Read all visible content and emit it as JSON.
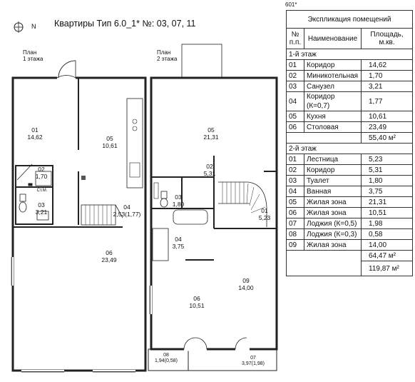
{
  "header": {
    "title": "Квартиры Тип 6.0_1* №: 03, 07, 11",
    "north": "N",
    "code": "601*"
  },
  "plans": {
    "floor1_label": [
      "План",
      "1 этажа"
    ],
    "floor2_label": [
      "План",
      "2 этажа"
    ],
    "floor1_rooms": [
      {
        "num": "01",
        "area": "14,62"
      },
      {
        "num": "02",
        "area": "1,70"
      },
      {
        "num": "03",
        "area": "3,21"
      },
      {
        "num": "04",
        "area": "2,53(1,77)"
      },
      {
        "num": "05",
        "area": "10,61"
      },
      {
        "num": "06",
        "area": "23,49"
      }
    ],
    "floor2_rooms": [
      {
        "num": "01",
        "area": "5,23"
      },
      {
        "num": "02",
        "area": "5,31"
      },
      {
        "num": "03",
        "area": "1,80"
      },
      {
        "num": "04",
        "area": "3,75"
      },
      {
        "num": "05",
        "area": "21,31"
      },
      {
        "num": "06",
        "area": "10,51"
      },
      {
        "num": "07",
        "area": "3,97(1,98)"
      },
      {
        "num": "08",
        "area": "1,94(0,58)"
      },
      {
        "num": "09",
        "area": "14,00"
      }
    ],
    "washer_label": "Ст.М."
  },
  "table": {
    "title": "Экспликация помещений",
    "col_num": [
      "№",
      "п.п."
    ],
    "col_name": "Наименование",
    "col_area": [
      "Площадь,",
      "м.кв."
    ],
    "floor1_title": "1-й этаж",
    "floor1_rows": [
      {
        "n": "01",
        "name": "Коридор",
        "area": "14,62"
      },
      {
        "n": "02",
        "name": "Миникотельная",
        "area": "1,70"
      },
      {
        "n": "03",
        "name": "Санузел",
        "area": "3,21"
      },
      {
        "n": "04",
        "name": "Коридор (К=0,7)",
        "area": "1,77"
      },
      {
        "n": "05",
        "name": "Кухня",
        "area": "10,61"
      },
      {
        "n": "06",
        "name": "Столовая",
        "area": "23,49"
      }
    ],
    "floor1_total": "55,40 м²",
    "floor2_title": "2-й этаж",
    "floor2_rows": [
      {
        "n": "01",
        "name": "Лестница",
        "area": "5,23"
      },
      {
        "n": "02",
        "name": "Коридор",
        "area": "5,31"
      },
      {
        "n": "03",
        "name": "Туалет",
        "area": "1,80"
      },
      {
        "n": "04",
        "name": "Ванная",
        "area": "3,75"
      },
      {
        "n": "05",
        "name": "Жилая зона",
        "area": "21,31"
      },
      {
        "n": "06",
        "name": "Жилая зона",
        "area": "10,51"
      },
      {
        "n": "07",
        "name": "Лоджия (К=0,5)",
        "area": "1,98"
      },
      {
        "n": "08",
        "name": "Лоджия (К=0,3)",
        "area": "0,58"
      },
      {
        "n": "09",
        "name": "Жилая зона",
        "area": "14,00"
      }
    ],
    "floor2_total": "64,47 м²",
    "grand_total": "119,87 м²"
  }
}
